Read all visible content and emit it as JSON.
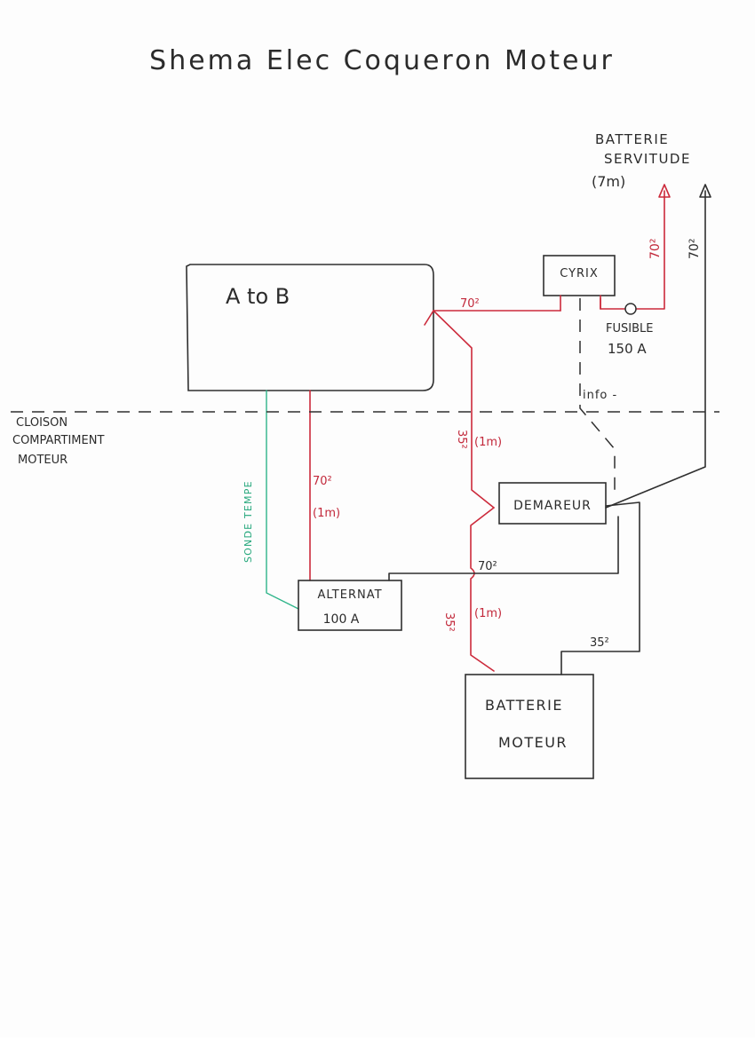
{
  "title": "Shema Elec Coqueron Moteur",
  "components": {
    "atob": "A to B",
    "cyrix": "CYRIX",
    "demarreur": "DEMAREUR",
    "alternator_line1": "ALTERNAT",
    "alternator_line2": "100 A",
    "battery_engine_line1": "BATTERIE",
    "battery_engine_line2": "MOTEUR",
    "battery_service_line1": "BATTERIE",
    "battery_service_line2": "SERVITUDE",
    "battery_service_length": "(7m)",
    "fuse_line1": "FUSIBLE",
    "fuse_line2": "150 A"
  },
  "partition": {
    "line1": "CLOISON",
    "line2": "COMPARTIMENT",
    "line3": "MOTEUR"
  },
  "labels": {
    "info": "info -",
    "temp_sensor": "SONDE TEMPE",
    "wire_atob_cyrix": "70²",
    "wire_service_pos": "70²",
    "wire_service_neg": "70²",
    "wire_atob_alt": "70²",
    "wire_atob_alt_length": "(1m)",
    "wire_upper_35": "35²",
    "wire_upper_35_length": "(1m)",
    "wire_alt_neg": "70²",
    "wire_lower_35": "35²",
    "wire_lower_35_length": "(1m)",
    "wire_bat_neg": "35²"
  },
  "colors": {
    "ink": "#2f2f2f",
    "positive": "#cc2a3b",
    "sensor": "#2fb58a"
  }
}
